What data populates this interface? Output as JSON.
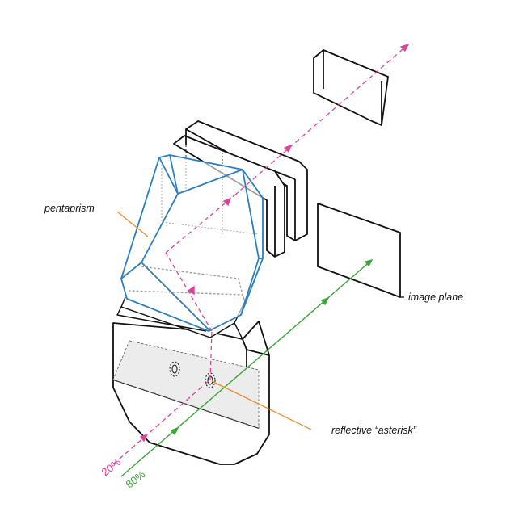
{
  "labels": {
    "pentaprism": "pentaprism",
    "image_plane": "image plane",
    "asterisk": "reflective “asterisk”",
    "pink_percent": "20%",
    "green_percent": "80%"
  },
  "colors": {
    "prism": "#2a7fc0",
    "pink_ray": "#e0409a",
    "green_ray": "#3aa63a",
    "leader": "#f08a2b",
    "outline": "#111111",
    "window_fill": "#ededed"
  }
}
